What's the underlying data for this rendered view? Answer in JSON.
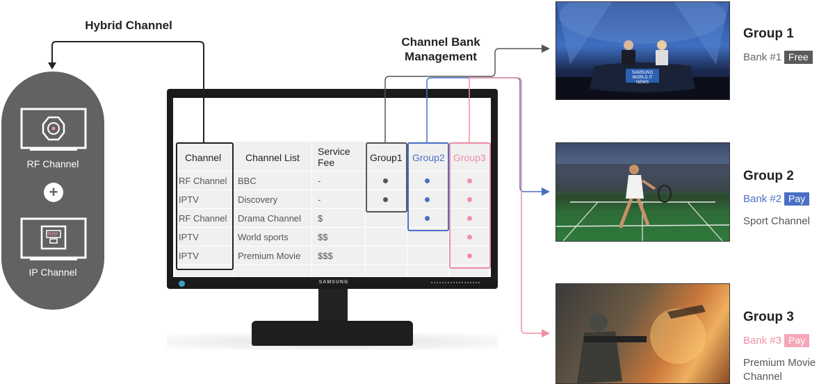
{
  "headers": {
    "hybrid": "Hybrid Channel",
    "bank_mgmt_line1": "Channel Bank",
    "bank_mgmt_line2": "Management"
  },
  "sources": {
    "rf_label": "RF Channel",
    "ip_label": "IP Channel",
    "plus": "+"
  },
  "monitor": {
    "brand": "SAMSUNG"
  },
  "table": {
    "columns": {
      "channel": "Channel",
      "channel_list": "Channel List",
      "fee_line1": "Service",
      "fee_line2": "Fee",
      "group1": "Group1",
      "group2": "Group2",
      "group3": "Group3"
    },
    "rows": [
      {
        "channel": "RF Channel",
        "list": "BBC",
        "fee": "-"
      },
      {
        "channel": "IPTV",
        "list": "Discovery",
        "fee": "-"
      },
      {
        "channel": "RF Channel",
        "list": "Drama Channel",
        "fee": "$"
      },
      {
        "channel": "IPTV",
        "list": "World sports",
        "fee": "$$"
      },
      {
        "channel": "IPTV",
        "list": "Premium Movie",
        "fee": "$$$"
      }
    ]
  },
  "groups": [
    {
      "title": "Group 1",
      "bank": "Bank #1",
      "badge": "Free",
      "subtitle": ""
    },
    {
      "title": "Group 2",
      "bank": "Bank #2",
      "badge": "Pay",
      "subtitle": "Sport Channel"
    },
    {
      "title": "Group 3",
      "bank": "Bank #3",
      "badge": "Pay",
      "subtitle_line1": "Premium Movie",
      "subtitle_line2": "Channel"
    }
  ],
  "photo_text": {
    "news_logo_1": "SAMSUNG",
    "news_logo_2": "WORLD IT NEWS"
  },
  "colors": {
    "group1": "#555555",
    "group2": "#4a6fc4",
    "group3": "#f08ea5",
    "free_badge": "#5a5a5a",
    "pill": "#626262"
  }
}
